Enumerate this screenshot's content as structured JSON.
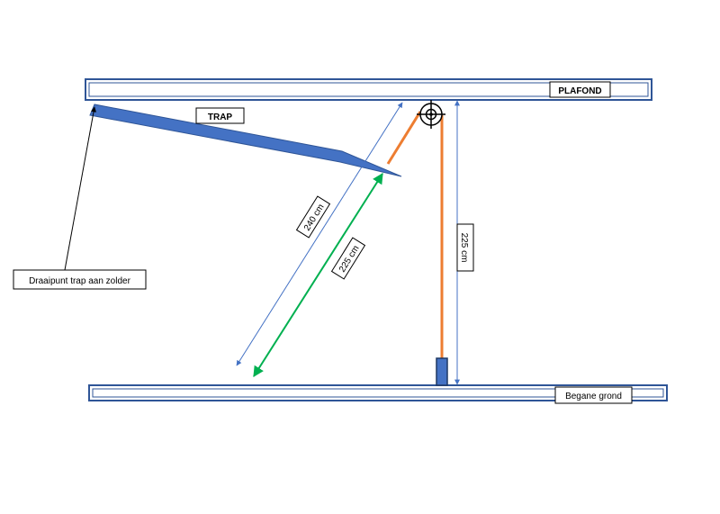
{
  "labels": {
    "ceiling": "PLAFOND",
    "ground": "Begane grond",
    "stair": "TRAP",
    "pivot": "Draaipunt trap aan zolder",
    "dim_diagonal_blue": "240 cm",
    "dim_diagonal_green": "225 cm",
    "dim_vertical": "225 cm"
  },
  "colors": {
    "beam_stroke": "#2f5597",
    "stair_fill": "#4472c4",
    "stair_stroke": "#2f5597",
    "rope": "#ed7d31",
    "dim_blue": "#4472c4",
    "dim_green": "#00b050",
    "counterweight_fill": "#4472c4",
    "counterweight_stroke": "#1f3864",
    "pulley": "#000000",
    "leader": "#000000"
  },
  "icons": {
    "pulley": "crosshair-pulley-icon"
  }
}
